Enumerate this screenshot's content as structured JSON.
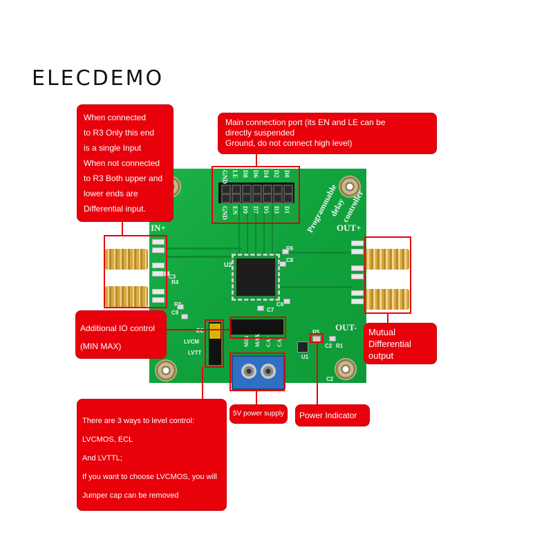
{
  "brand": "ELECDEMO",
  "callouts": {
    "input_note": [
      "When connected",
      "to R3 Only this end",
      "is a single Input",
      "When not connected",
      "to R3 Both upper and",
      "lower ends are",
      "Differential input."
    ],
    "main_port": [
      "Main connection port (its EN and LE can be",
      "directly suspended",
      "Ground, do not connect high level)"
    ],
    "io_control": [
      "Additional IO control",
      "(MIN MAX)"
    ],
    "diff_output": [
      "Mutual",
      "Differential",
      "output"
    ],
    "level_control": [
      "There are 3 ways to level control:",
      "LVCMOS, ECL",
      "And LVTTL;",
      "If you want to choose LVCMOS, you will",
      "Jumper cap can be removed"
    ],
    "power_supply": "5V power supply",
    "power_indicator": "Power Indicator"
  },
  "board": {
    "in_plus": "IN+",
    "out_plus": "OUT+",
    "out_minus": "OUT-",
    "silkscreen": [
      "Programmable",
      "delay",
      "controller"
    ],
    "top_header_labels": [
      "GND",
      "LE",
      "D8",
      "D6",
      "D4",
      "D2",
      "D0"
    ],
    "bottom_header_labels": [
      "GND",
      "EN",
      "D9",
      "D7",
      "D5",
      "D3",
      "D1"
    ],
    "aux_header_labels": [
      "MIN",
      "MAX",
      "CA+",
      "CA-"
    ],
    "jumper_labels": [
      "EC",
      "LVCM",
      "LVTT"
    ],
    "chip_label": "U2",
    "components": [
      "R4",
      "R3",
      "C9",
      "C8",
      "R6",
      "C7",
      "C6",
      "C3",
      "C2",
      "R1",
      "U1",
      "C2",
      "R5"
    ]
  },
  "colors": {
    "callout_red": "#e8000b",
    "pcb_green": "#14a83f",
    "terminal_blue": "#2f6fc4"
  }
}
